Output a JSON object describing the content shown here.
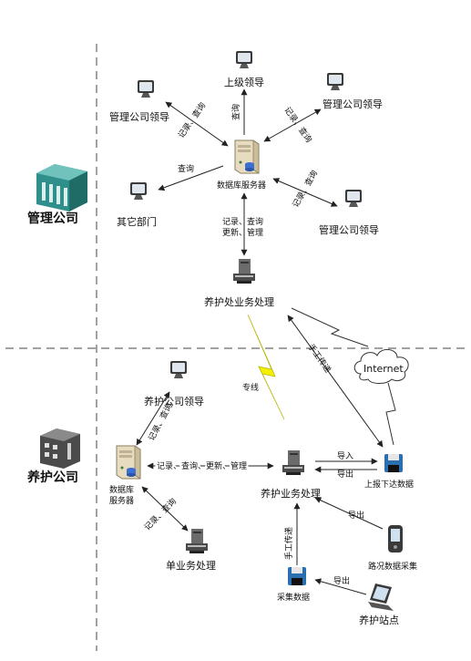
{
  "zones": {
    "management": "管理公司",
    "maintenance": "养护公司"
  },
  "nodes": {
    "upper_leader": "上级领导",
    "mgmt_leader_left": "管理公司领导",
    "mgmt_leader_right_top": "管理公司领导",
    "mgmt_leader_right_bottom": "管理公司领导",
    "other_dept": "其它部门",
    "db_server_top": "数据库服务器",
    "dept_business": "养护处业务处理",
    "internet": "Internet",
    "maint_leader": "养护公司领导",
    "db_server_bottom_line1": "数据库",
    "db_server_bottom_line2": "服务器",
    "maint_business": "养护业务处理",
    "report_data": "上报下达数据",
    "single_business": "单业务处理",
    "road_data_collect": "路况数据采集",
    "collect_data": "采集数据",
    "maint_station": "养护站点"
  },
  "edges": {
    "query_up": "查询",
    "record_query_tl": "记录、查询",
    "record_query_tr": "记录、查询",
    "query_other": "查询",
    "record_query_br": "记录、查询",
    "record_query_update_mgmt_1": "记录、查询",
    "record_query_update_mgmt_2": "更新、管理",
    "dedicated_line": "专线",
    "manual_transfer_top": "手工传递",
    "record_query_leader": "记录、查询",
    "record_query_update_mgmt_bottom": "记录、查询、更新、管理",
    "import_label": "导入",
    "export_label": "导出",
    "record_query_single": "记录、查询",
    "export_road": "导出",
    "manual_transfer_bottom": "手工传递",
    "export_station": "导出"
  },
  "colors": {
    "building_teal": "#2f8f8a",
    "bolt_yellow": "#f4f000",
    "server_beige": "#e8dcc0",
    "monitor_dark": "#3a3a3a",
    "floppy_blue": "#2a6fb0"
  }
}
